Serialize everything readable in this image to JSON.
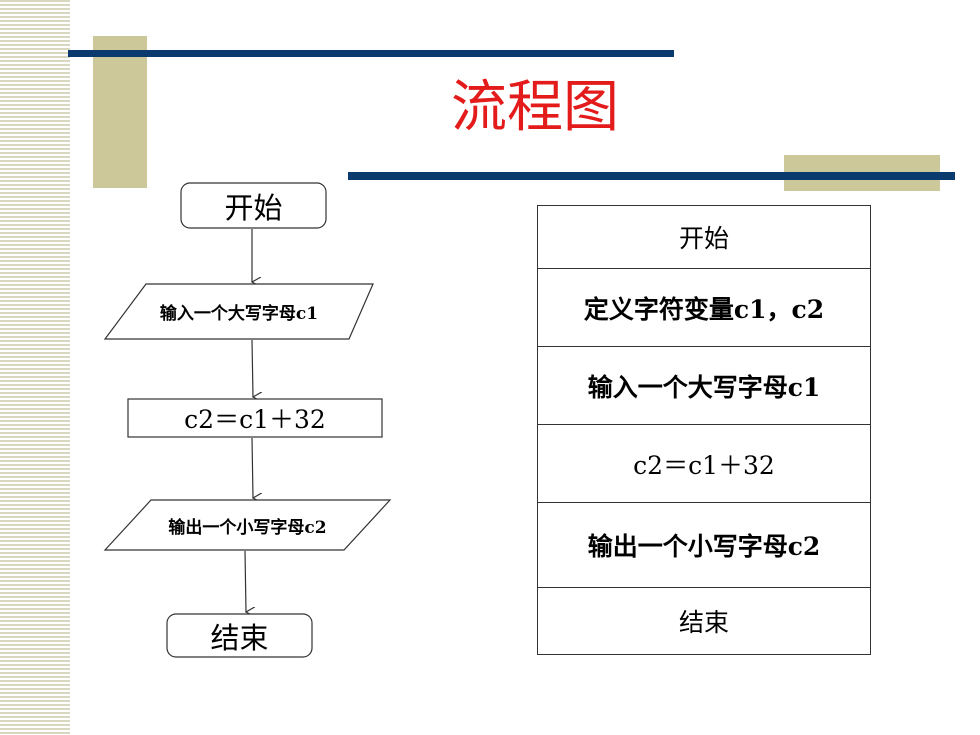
{
  "title": "流程图",
  "flowchart": {
    "start": "开始",
    "input": "输入一个大写字母c1",
    "process": "c2＝c1＋32",
    "output": "输出一个小写字母c2",
    "end": "结束"
  },
  "ns_chart": {
    "rows": [
      {
        "label": "开始"
      },
      {
        "label": "定义字符变量c1，c2"
      },
      {
        "label": "输入一个大写字母c1"
      },
      {
        "label": "c2＝c1＋32"
      },
      {
        "label": "输出一个小写字母c2"
      },
      {
        "label": "结束"
      }
    ]
  },
  "colors": {
    "title": "#e31b1b",
    "bar": "#0b3a6e",
    "accent_block": "#cdc89a",
    "stripe": "#d9d7bf"
  }
}
